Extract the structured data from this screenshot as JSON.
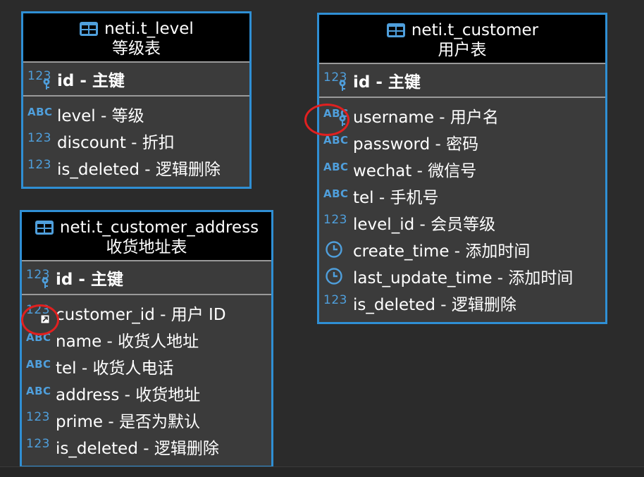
{
  "entities": {
    "t_level": {
      "title": "neti.t_level",
      "subtitle": "等级表",
      "pk": {
        "name": "id",
        "sep": " - ",
        "comment": "主键"
      },
      "attrs": [
        {
          "icon": "ABC",
          "name": "level",
          "comment": "等级"
        },
        {
          "icon": "123",
          "name": "discount",
          "comment": "折扣"
        },
        {
          "icon": "123",
          "name": "is_deleted",
          "comment": "逻辑删除"
        }
      ]
    },
    "t_customer": {
      "title": "neti.t_customer",
      "subtitle": "用户表",
      "pk": {
        "name": "id",
        "sep": " - ",
        "comment": "主键"
      },
      "attrs": [
        {
          "icon": "ABC",
          "name": "username",
          "comment": "用户名"
        },
        {
          "icon": "ABC",
          "name": "password",
          "comment": "密码"
        },
        {
          "icon": "ABC",
          "name": "wechat",
          "comment": "微信号"
        },
        {
          "icon": "ABC",
          "name": "tel",
          "comment": "手机号"
        },
        {
          "icon": "123",
          "name": "level_id",
          "comment": "会员等级"
        },
        {
          "icon": "clock",
          "name": "create_time",
          "comment": "添加时间"
        },
        {
          "icon": "clock",
          "name": "last_update_time",
          "comment": "添加时间"
        },
        {
          "icon": "123",
          "name": "is_deleted",
          "comment": "逻辑删除"
        }
      ]
    },
    "t_customer_address": {
      "title": "neti.t_customer_address",
      "subtitle": "收货地址表",
      "pk": {
        "name": "id",
        "sep": " - ",
        "comment": "主键"
      },
      "attrs": [
        {
          "icon": "123",
          "name": "customer_id",
          "comment": "用户 ID"
        },
        {
          "icon": "ABC",
          "name": "name",
          "comment": "收货人地址"
        },
        {
          "icon": "ABC",
          "name": "tel",
          "comment": "收货人电话"
        },
        {
          "icon": "ABC",
          "name": "address",
          "comment": "收货地址"
        },
        {
          "icon": "123",
          "name": "prime",
          "comment": "是否为默认"
        },
        {
          "icon": "123",
          "name": "is_deleted",
          "comment": "逻辑删除"
        }
      ]
    }
  },
  "sep": " - ",
  "colors": {
    "background": "#2b2b2b",
    "entity_border": "#2f8fd4",
    "entity_body": "#3b3b3b",
    "header": "#000000",
    "icon": "#4f9fdc",
    "highlight": "#e02020"
  }
}
